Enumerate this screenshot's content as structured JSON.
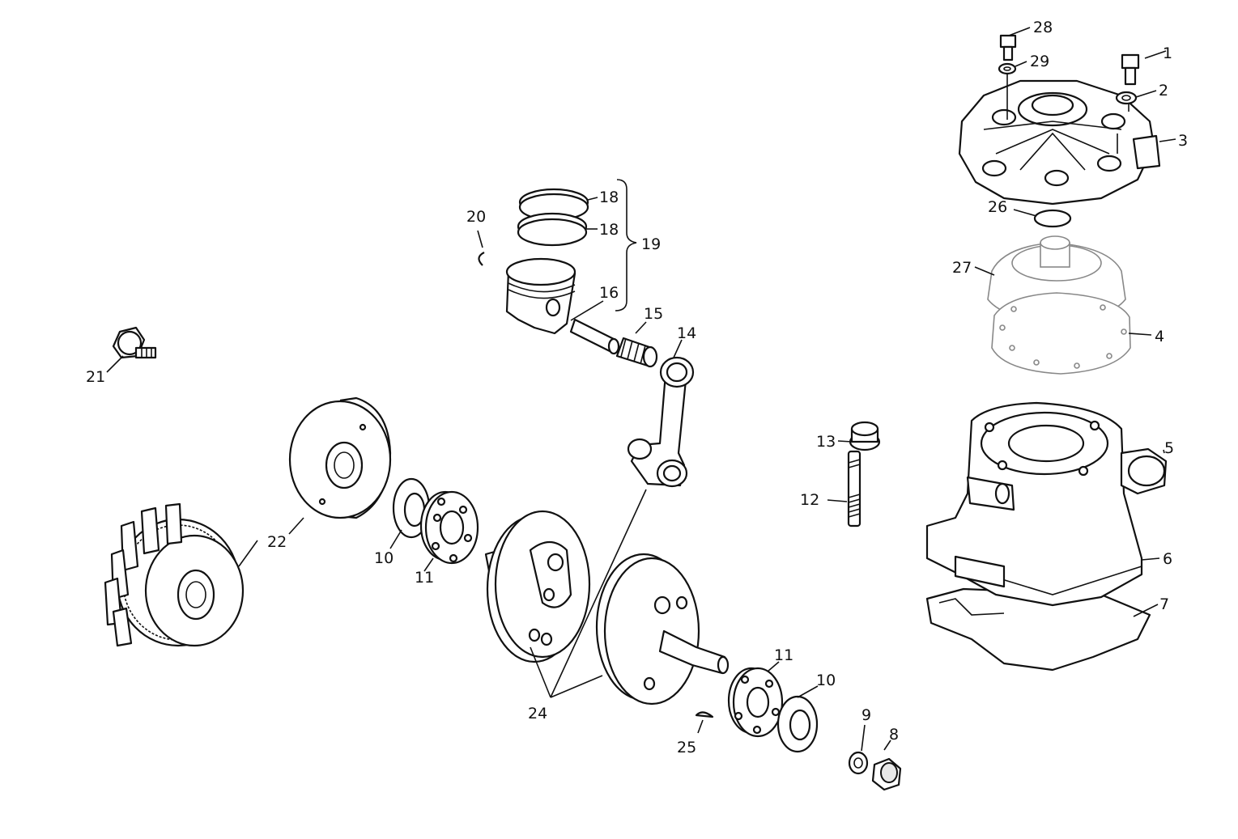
{
  "diagram": {
    "labels": {
      "l1": "1",
      "l2": "2",
      "l3": "3",
      "l4": "4",
      "l5": "5",
      "l6": "6",
      "l7": "7",
      "l8": "8",
      "l9": "9",
      "l10a": "10",
      "l10b": "10",
      "l11a": "11",
      "l11b": "11",
      "l12": "12",
      "l13": "13",
      "l14": "14",
      "l15": "15",
      "l16": "16",
      "l18a": "18",
      "l18b": "18",
      "l19": "19",
      "l20": "20",
      "l21": "21",
      "l22": "22",
      "l24": "24",
      "l25": "25",
      "l26": "26",
      "l27": "27",
      "l28": "28",
      "l29": "29"
    }
  }
}
